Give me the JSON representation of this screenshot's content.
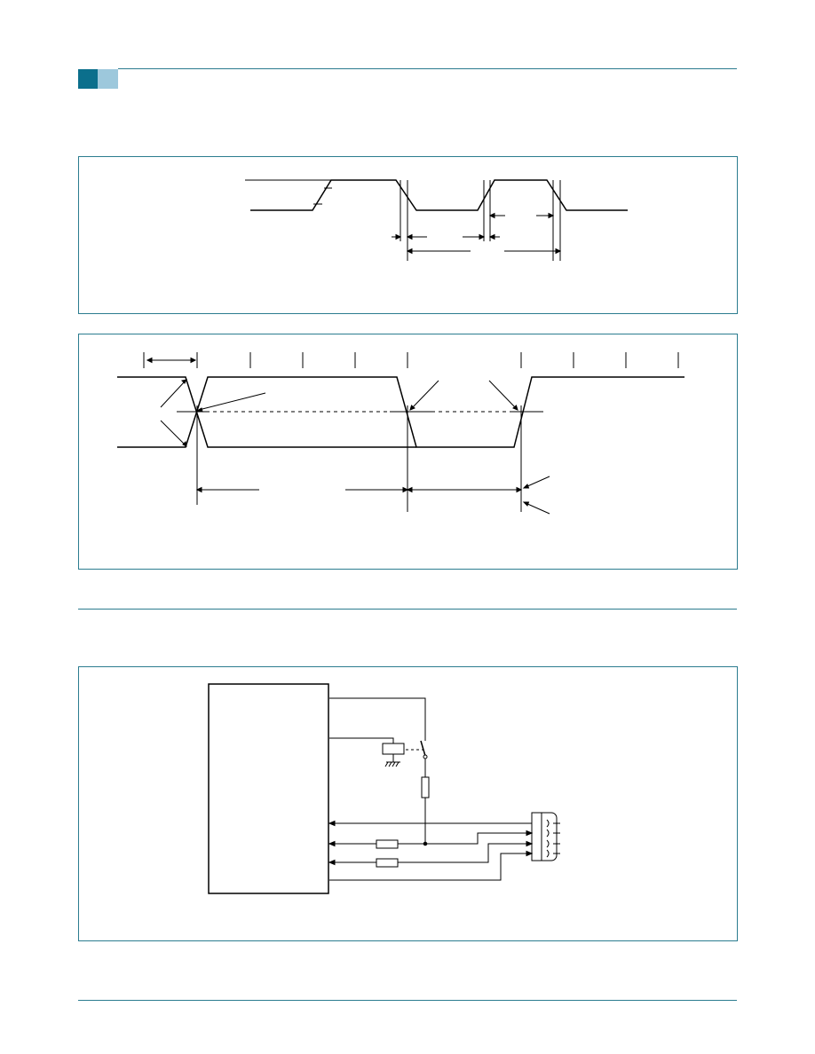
{
  "header": {
    "accent_dark": "#0b6f8c",
    "accent_light": "#9dc8dc",
    "rule_color": "#2b7c8f"
  },
  "figures": [
    {
      "id": "timing-diagram-top",
      "labels": []
    },
    {
      "id": "timing-diagram-bottom",
      "labels": []
    },
    {
      "id": "application-circuit",
      "labels": []
    }
  ]
}
